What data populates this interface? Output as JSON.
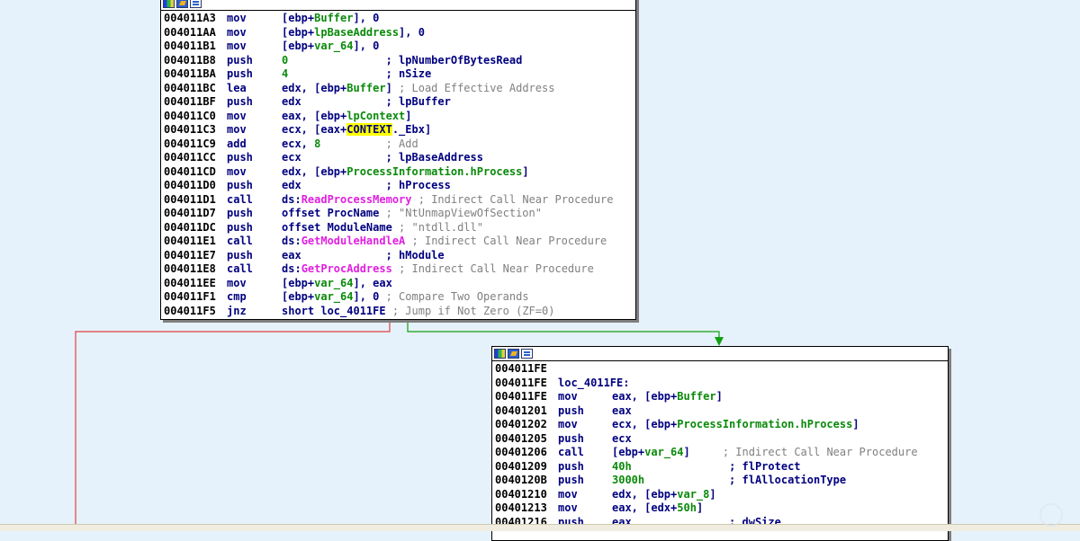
{
  "block1": {
    "lines": [
      {
        "addr": "004011A3",
        "mn": "mov",
        "parts": [
          {
            "t": "[ebp+"
          },
          {
            "t": "Buffer",
            "c": "var"
          },
          {
            "t": "], 0"
          }
        ]
      },
      {
        "addr": "004011AA",
        "mn": "mov",
        "parts": [
          {
            "t": "[ebp+"
          },
          {
            "t": "lpBaseAddress",
            "c": "var"
          },
          {
            "t": "], 0"
          }
        ]
      },
      {
        "addr": "004011B1",
        "mn": "mov",
        "parts": [
          {
            "t": "[ebp+"
          },
          {
            "t": "var_64",
            "c": "var"
          },
          {
            "t": "], 0"
          }
        ]
      },
      {
        "addr": "004011B8",
        "mn": "push",
        "parts": [
          {
            "t": "0",
            "c": "var"
          },
          {
            "t": "               "
          },
          {
            "t": "; lpNumberOfBytesRead",
            "c": "cmb"
          }
        ]
      },
      {
        "addr": "004011BA",
        "mn": "push",
        "parts": [
          {
            "t": "4",
            "c": "var"
          },
          {
            "t": "               "
          },
          {
            "t": "; nSize",
            "c": "cmb"
          }
        ]
      },
      {
        "addr": "004011BC",
        "mn": "lea",
        "parts": [
          {
            "t": "edx, [ebp+"
          },
          {
            "t": "Buffer",
            "c": "var"
          },
          {
            "t": "] "
          },
          {
            "t": "; Load Effective Address",
            "c": "cm"
          }
        ]
      },
      {
        "addr": "004011BF",
        "mn": "push",
        "parts": [
          {
            "t": "edx             "
          },
          {
            "t": "; lpBuffer",
            "c": "cmb"
          }
        ]
      },
      {
        "addr": "004011C0",
        "mn": "mov",
        "parts": [
          {
            "t": "eax, [ebp+"
          },
          {
            "t": "lpContext",
            "c": "var"
          },
          {
            "t": "]"
          }
        ]
      },
      {
        "addr": "004011C3",
        "mn": "mov",
        "parts": [
          {
            "t": "ecx, [eax+"
          },
          {
            "t": "CONTEXT",
            "c": "hl"
          },
          {
            "t": "._Ebx]"
          }
        ]
      },
      {
        "addr": "004011C9",
        "mn": "add",
        "parts": [
          {
            "t": "ecx, "
          },
          {
            "t": "8",
            "c": "var"
          },
          {
            "t": "          "
          },
          {
            "t": "; Add",
            "c": "cm"
          }
        ]
      },
      {
        "addr": "004011CC",
        "mn": "push",
        "parts": [
          {
            "t": "ecx             "
          },
          {
            "t": "; lpBaseAddress",
            "c": "cmb"
          }
        ]
      },
      {
        "addr": "004011CD",
        "mn": "mov",
        "parts": [
          {
            "t": "edx, [ebp+"
          },
          {
            "t": "ProcessInformation.hProcess",
            "c": "var"
          },
          {
            "t": "]"
          }
        ]
      },
      {
        "addr": "004011D0",
        "mn": "push",
        "parts": [
          {
            "t": "edx             "
          },
          {
            "t": "; hProcess",
            "c": "cmb"
          }
        ]
      },
      {
        "addr": "004011D1",
        "mn": "call",
        "parts": [
          {
            "t": "ds:"
          },
          {
            "t": "ReadProcessMemory",
            "c": "api"
          },
          {
            "t": " "
          },
          {
            "t": "; Indirect Call Near Procedure",
            "c": "cm"
          }
        ]
      },
      {
        "addr": "004011D7",
        "mn": "push",
        "parts": [
          {
            "t": "offset ProcName "
          },
          {
            "t": "; \"NtUnmapViewOfSection\"",
            "c": "cm"
          }
        ]
      },
      {
        "addr": "004011DC",
        "mn": "push",
        "parts": [
          {
            "t": "offset ModuleName "
          },
          {
            "t": "; \"ntdll.dll\"",
            "c": "cm"
          }
        ]
      },
      {
        "addr": "004011E1",
        "mn": "call",
        "parts": [
          {
            "t": "ds:"
          },
          {
            "t": "GetModuleHandleA",
            "c": "api"
          },
          {
            "t": " "
          },
          {
            "t": "; Indirect Call Near Procedure",
            "c": "cm"
          }
        ]
      },
      {
        "addr": "004011E7",
        "mn": "push",
        "parts": [
          {
            "t": "eax             "
          },
          {
            "t": "; hModule",
            "c": "cmb"
          }
        ]
      },
      {
        "addr": "004011E8",
        "mn": "call",
        "parts": [
          {
            "t": "ds:"
          },
          {
            "t": "GetProcAddress",
            "c": "api"
          },
          {
            "t": " "
          },
          {
            "t": "; Indirect Call Near Procedure",
            "c": "cm"
          }
        ]
      },
      {
        "addr": "004011EE",
        "mn": "mov",
        "parts": [
          {
            "t": "[ebp+"
          },
          {
            "t": "var_64",
            "c": "var"
          },
          {
            "t": "], eax"
          }
        ]
      },
      {
        "addr": "004011F1",
        "mn": "cmp",
        "parts": [
          {
            "t": "[ebp+"
          },
          {
            "t": "var_64",
            "c": "var"
          },
          {
            "t": "], 0 "
          },
          {
            "t": "; Compare Two Operands",
            "c": "cm"
          }
        ]
      },
      {
        "addr": "004011F5",
        "mn": "jnz",
        "parts": [
          {
            "t": "short loc_4011FE "
          },
          {
            "t": "; Jump if Not Zero (ZF=0)",
            "c": "cm"
          }
        ]
      }
    ]
  },
  "block2": {
    "lines": [
      {
        "addr": "004011FE",
        "mn": "",
        "parts": []
      },
      {
        "addr": "004011FE",
        "mn": "",
        "parts": [
          {
            "t": "loc_4011FE:"
          }
        ]
      },
      {
        "addr": "004011FE",
        "mn": "mov",
        "parts": [
          {
            "t": "eax, [ebp+"
          },
          {
            "t": "Buffer",
            "c": "var"
          },
          {
            "t": "]"
          }
        ]
      },
      {
        "addr": "00401201",
        "mn": "push",
        "parts": [
          {
            "t": "eax"
          }
        ]
      },
      {
        "addr": "00401202",
        "mn": "mov",
        "parts": [
          {
            "t": "ecx, [ebp+"
          },
          {
            "t": "ProcessInformation.hProcess",
            "c": "var"
          },
          {
            "t": "]"
          }
        ]
      },
      {
        "addr": "00401205",
        "mn": "push",
        "parts": [
          {
            "t": "ecx"
          }
        ]
      },
      {
        "addr": "00401206",
        "mn": "call",
        "parts": [
          {
            "t": "[ebp+"
          },
          {
            "t": "var_64",
            "c": "var"
          },
          {
            "t": "]     "
          },
          {
            "t": "; Indirect Call Near Procedure",
            "c": "cm"
          }
        ]
      },
      {
        "addr": "00401209",
        "mn": "push",
        "parts": [
          {
            "t": "40h",
            "c": "var"
          },
          {
            "t": "               "
          },
          {
            "t": "; flProtect",
            "c": "cmb"
          }
        ]
      },
      {
        "addr": "0040120B",
        "mn": "push",
        "parts": [
          {
            "t": "3000h",
            "c": "var"
          },
          {
            "t": "             "
          },
          {
            "t": "; flAllocationType",
            "c": "cmb"
          }
        ]
      },
      {
        "addr": "00401210",
        "mn": "mov",
        "parts": [
          {
            "t": "edx, [ebp+"
          },
          {
            "t": "var_8",
            "c": "var"
          },
          {
            "t": "]"
          }
        ]
      },
      {
        "addr": "00401213",
        "mn": "mov",
        "parts": [
          {
            "t": "eax, [edx+"
          },
          {
            "t": "50h",
            "c": "var"
          },
          {
            "t": "]"
          }
        ]
      },
      {
        "addr": "00401216",
        "mn": "push",
        "parts": [
          {
            "t": "eax               "
          },
          {
            "t": "; dwSize",
            "c": "cmb"
          }
        ]
      }
    ]
  },
  "colors": {
    "background": "#e6f2fb",
    "edge_false": "#e04040",
    "edge_true": "#10a010",
    "variable": "#0a8a0a",
    "api": "#e020e0",
    "highlight": "#ffff00"
  }
}
